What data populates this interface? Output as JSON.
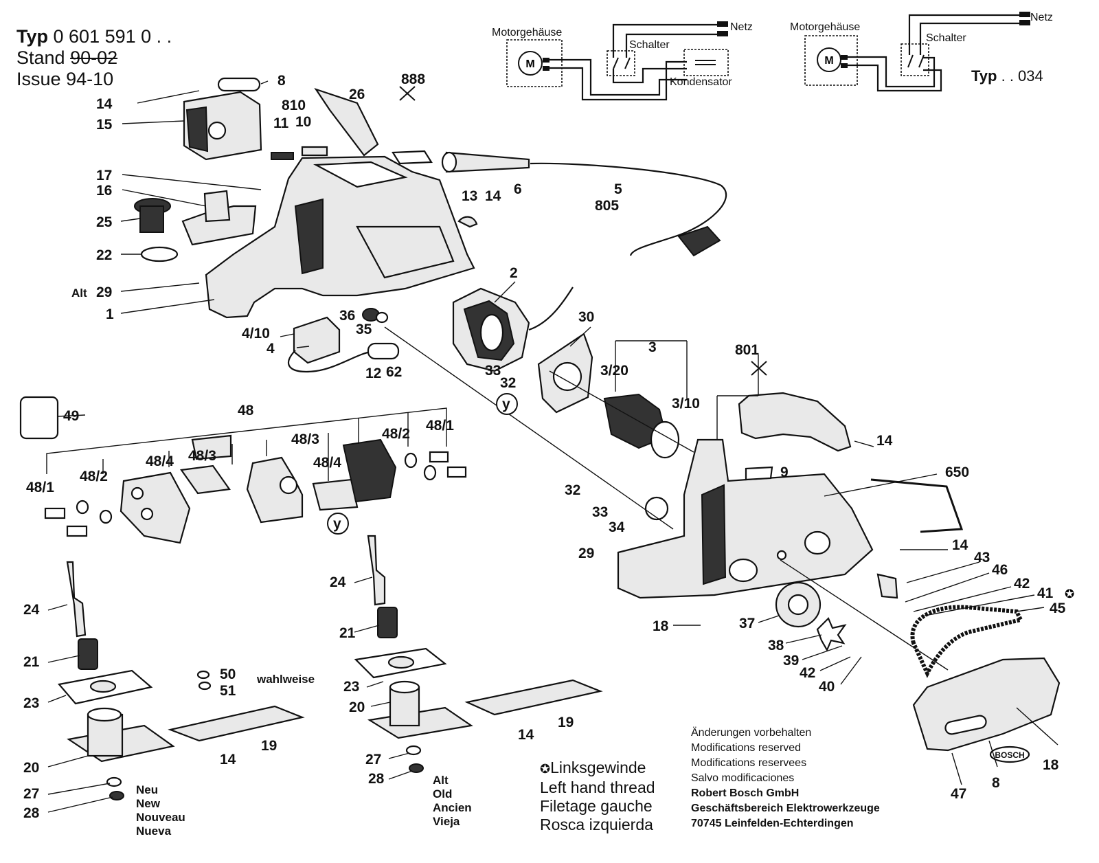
{
  "header": {
    "typ_label": "Typ",
    "typ_number": "0 601 591 0 . .",
    "stand_label": "Stand",
    "stand_value": "90-02",
    "issue_label": "Issue",
    "issue_value": "94-10"
  },
  "wiring_1": {
    "motor_housing": "Motorgehäuse",
    "switch": "Schalter",
    "mains": "Netz",
    "capacitor": "Kondensator",
    "motor": "M"
  },
  "wiring_2": {
    "motor_housing": "Motorgehäuse",
    "switch": "Schalter",
    "mains": "Netz",
    "motor": "M",
    "typ_label": "Typ",
    "typ_value": ". . 034"
  },
  "callouts": {
    "c8a": "8",
    "c14a": "14",
    "c15": "15",
    "c810": "810",
    "c10": "10",
    "c11": "11",
    "c26": "26",
    "c888": "888",
    "c6": "6",
    "c5": "5",
    "c805": "805",
    "c13": "13",
    "c14b": "14",
    "c17": "17",
    "c16": "16",
    "c25": "25",
    "c22": "22",
    "alt": "Alt",
    "c29a": "29",
    "c1": "1",
    "c410": "4/10",
    "c4": "4",
    "c36": "36",
    "c35": "35",
    "c12": "12",
    "c62": "62",
    "c2": "2",
    "c30": "30",
    "c3": "3",
    "c320": "3/20",
    "c310": "3/10",
    "c33a": "33",
    "c32a": "32",
    "y1": "y",
    "y2": "y",
    "c49": "49",
    "c48": "48",
    "c481a": "48/1",
    "c482a": "48/2",
    "c484a": "48/4",
    "c483a": "48/3",
    "c483b": "48/3",
    "c484b": "48/4",
    "c482b": "48/2",
    "c481b": "48/1",
    "c801": "801",
    "c14c": "14",
    "c650": "650",
    "c9": "9",
    "c32b": "32",
    "c33b": "33",
    "c34": "34",
    "c14d": "14",
    "c29b": "29",
    "c43": "43",
    "c46": "46",
    "c42a": "42",
    "c41": "41",
    "c45": "45",
    "c18a": "18",
    "c37": "37",
    "c38": "38",
    "c39": "39",
    "c42b": "42",
    "c40": "40",
    "c24a": "24",
    "c21a": "21",
    "c23a": "23",
    "c20a": "20",
    "c27a": "27",
    "c28a": "28",
    "c50": "50",
    "c51": "51",
    "wahlweise": "wahlweise",
    "c19a": "19",
    "c14e": "14",
    "c24b": "24",
    "c21b": "21",
    "c23b": "23",
    "c20b": "20",
    "c27b": "27",
    "c28b": "28",
    "c19b": "19",
    "c14f": "14",
    "c47": "47",
    "c8b": "8",
    "c18b": "18",
    "bosch": "BOSCH"
  },
  "versions": {
    "new": [
      "Neu",
      "New",
      "Nouveau",
      "Nueva"
    ],
    "old": [
      "Alt",
      "Old",
      "Ancien",
      "Vieja"
    ]
  },
  "legend": {
    "symbol": "✪",
    "lines": [
      "Linksgewinde",
      "Left hand thread",
      "Filetage gauche",
      "Rosca izquierda"
    ]
  },
  "notes": {
    "lines": [
      "Änderungen vorbehalten",
      "Modifications reserved",
      "Modifications reservees",
      "Salvo modificaciones"
    ],
    "company": [
      "Robert Bosch GmbH",
      "Geschäftsbereich Elektrowerkzeuge",
      "70745 Leinfelden-Echterdingen"
    ]
  }
}
